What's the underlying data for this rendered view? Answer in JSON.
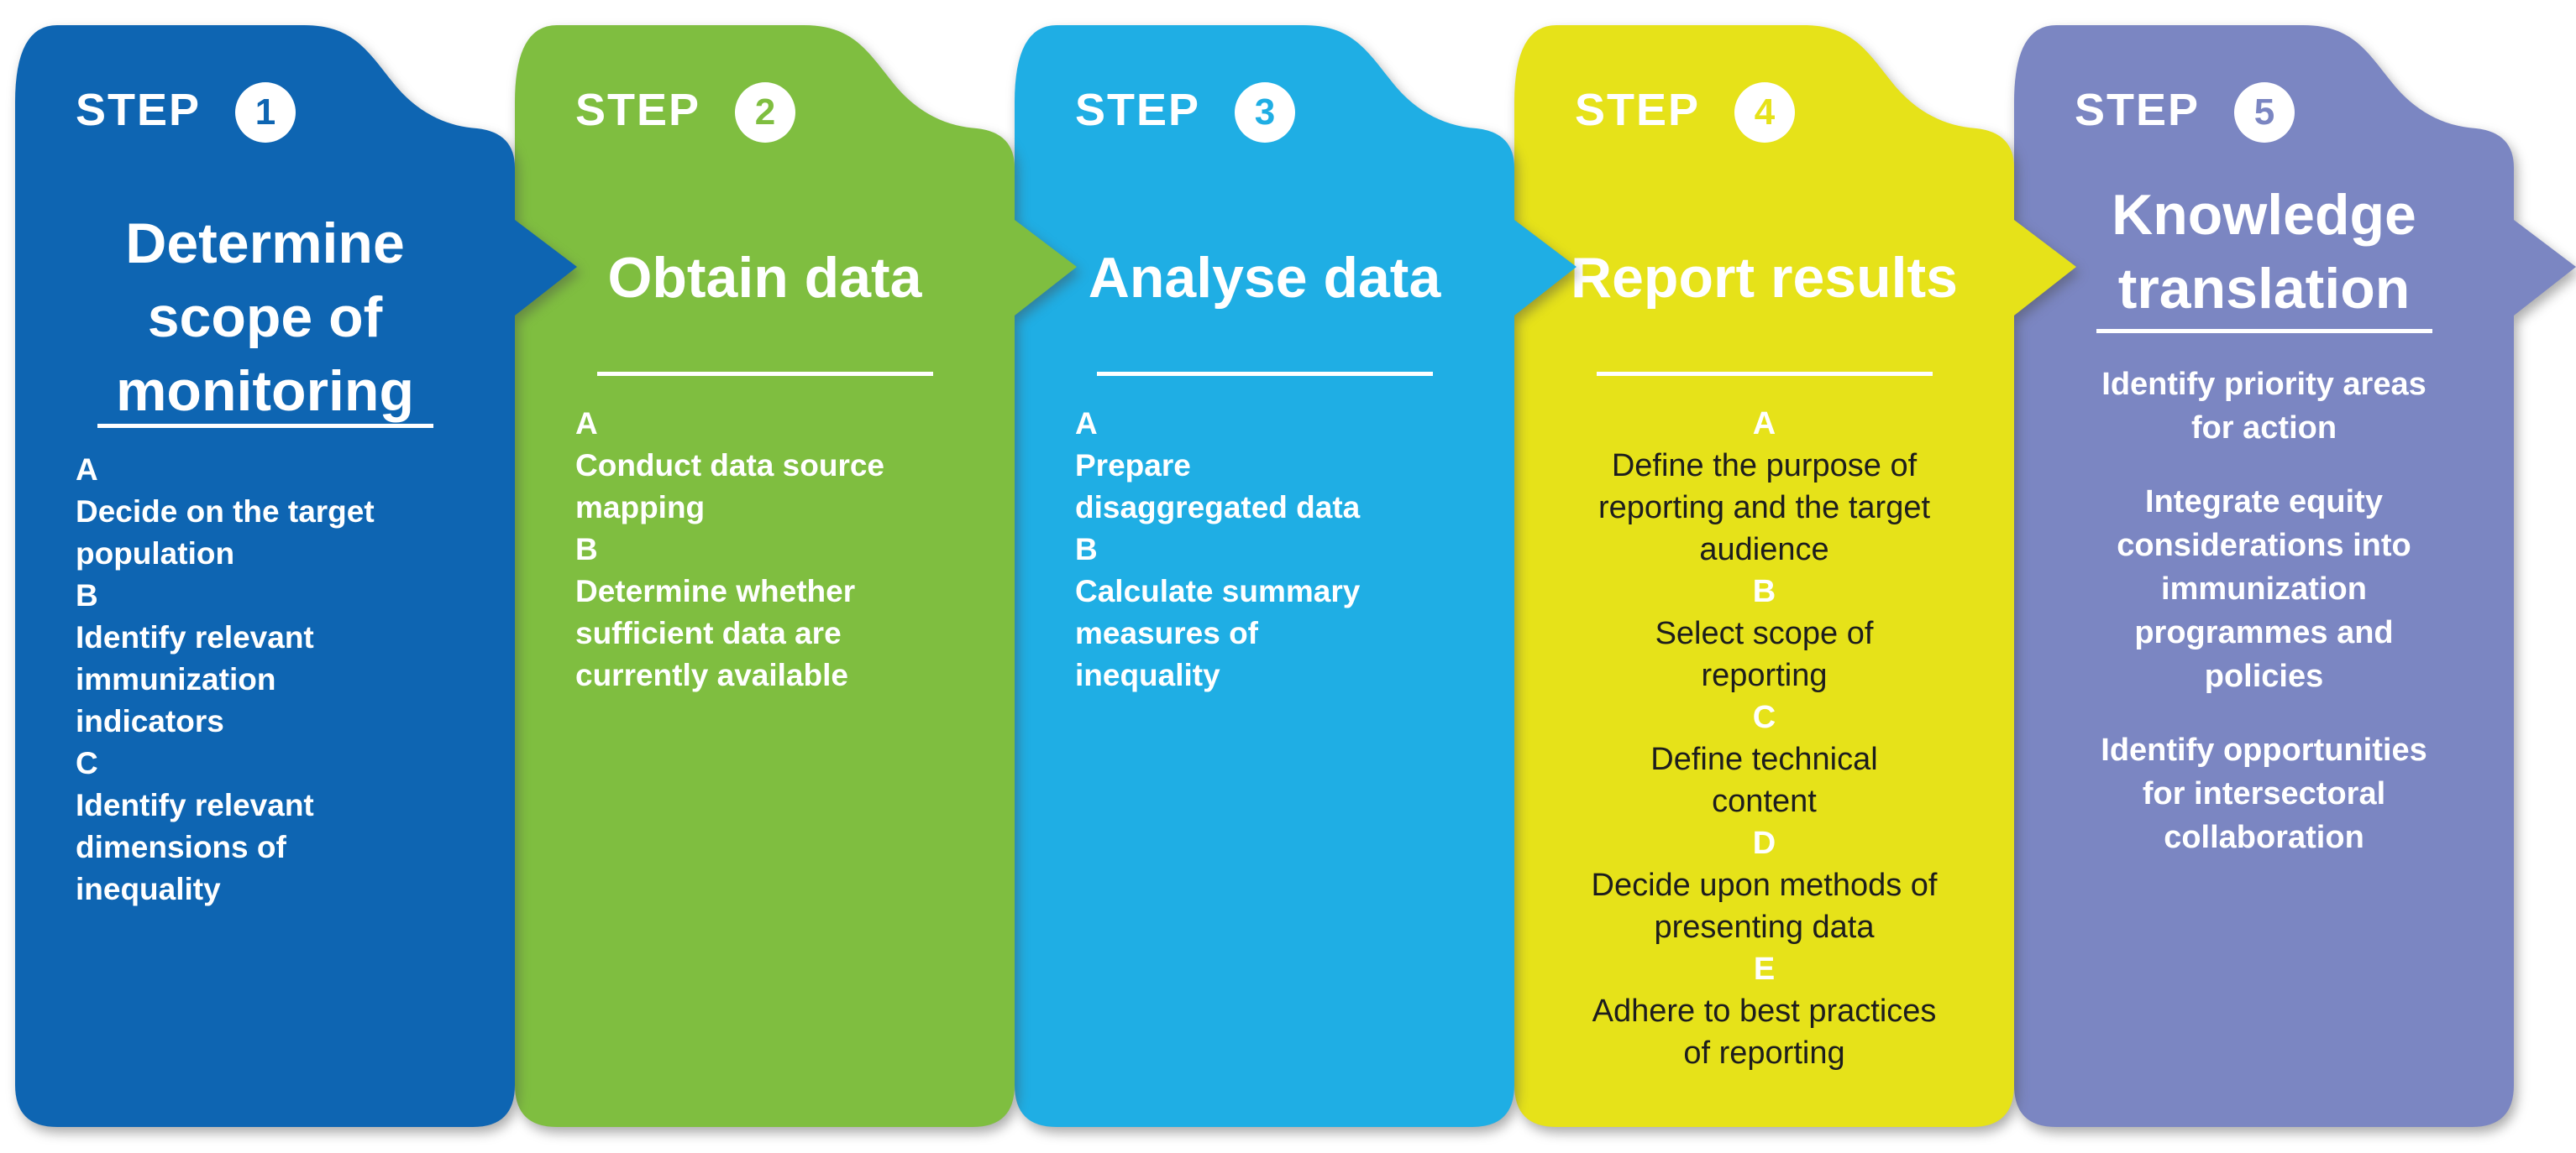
{
  "page": {
    "background_color": "#FFFFFF",
    "description": "Five-step immunization inequality monitoring process diagram"
  },
  "colors": {
    "step1": "#0E65B2",
    "step2": "#7FBE40",
    "step3": "#1FAEE4",
    "step4": "#E6E219",
    "step5": "#7B86C2",
    "text_light": "#FFFFFF",
    "text_dark": "#1D1D1D"
  },
  "steps": [
    {
      "label": "STEP",
      "number": "1",
      "color": "#0E65B2",
      "title_lines": [
        "Determine",
        "scope of",
        "monitoring"
      ],
      "lines": [
        "A",
        "Decide on the target",
        "population",
        "B",
        "Identify relevant",
        "immunization",
        "indicators",
        "C",
        "Identify relevant",
        "dimensions of",
        "inequality"
      ]
    },
    {
      "label": "STEP",
      "number": "2",
      "color": "#7FBE40",
      "title_lines": [
        "Obtain data"
      ],
      "lines": [
        "A",
        "Conduct data source",
        "mapping",
        "B",
        "Determine whether",
        "sufficient data are",
        "currently available"
      ]
    },
    {
      "label": "STEP",
      "number": "3",
      "color": "#1FAEE4",
      "title_lines": [
        "Analyse data"
      ],
      "lines": [
        "A",
        "Prepare",
        "disaggregated data",
        "B",
        "Calculate summary",
        "measures of",
        "inequality"
      ]
    },
    {
      "label": "STEP",
      "number": "4",
      "color": "#E6E219",
      "title_lines": [
        "Report results"
      ],
      "lines": [
        {
          "text": "A",
          "kind": "c4line-letter"
        },
        {
          "text": "Define the purpose of",
          "kind": "c4line-dark"
        },
        {
          "text": "reporting and the target",
          "kind": "c4line-dark"
        },
        {
          "text": "audience",
          "kind": "c4line-dark"
        },
        {
          "text": "B",
          "kind": "c4line-letter"
        },
        {
          "text": "Select scope of",
          "kind": "c4line-dark"
        },
        {
          "text": "reporting",
          "kind": "c4line-dark"
        },
        {
          "text": "C",
          "kind": "c4line-letter"
        },
        {
          "text": "Define technical",
          "kind": "c4line-dark"
        },
        {
          "text": "content",
          "kind": "c4line-dark"
        },
        {
          "text": "D",
          "kind": "c4line-letter"
        },
        {
          "text": "Decide upon methods of",
          "kind": "c4line-dark"
        },
        {
          "text": "presenting data",
          "kind": "c4line-dark"
        },
        {
          "text": "E",
          "kind": "c4line-letter"
        },
        {
          "text": "Adhere to best practices",
          "kind": "c4line-dark"
        },
        {
          "text": "of reporting",
          "kind": "c4line-dark"
        }
      ]
    },
    {
      "label": "STEP",
      "number": "5",
      "color": "#7B86C2",
      "title_lines": [
        "Knowledge",
        "translation"
      ],
      "paragraphs": [
        [
          "Identify priority areas",
          "for action"
        ],
        [
          "Integrate equity",
          "considerations into",
          "immunization",
          "programmes and",
          "policies"
        ],
        [
          "Identify opportunities",
          "for intersectoral",
          "collaboration"
        ]
      ]
    }
  ]
}
